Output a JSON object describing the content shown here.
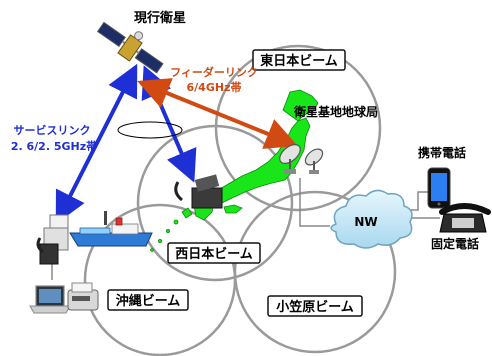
{
  "satellite": {
    "label": "現行衛星"
  },
  "feeder_link": {
    "line1": "フィーダーリンク",
    "line2": "6/4GHz帯",
    "color": "#d04a12"
  },
  "service_link": {
    "line1": "サービスリンク",
    "line2": "2. 6/2. 5GHz帯",
    "color": "#1f2fd6"
  },
  "earth_station": {
    "label": "衛星基地地球局"
  },
  "beams": {
    "east": "東日本ビーム",
    "west": "西日本ビーム",
    "okinawa": "沖縄ビーム",
    "ogasawara": "小笠原ビーム"
  },
  "network": {
    "label": "NW"
  },
  "mobile": {
    "label": "携帯電話"
  },
  "fixed": {
    "label": "固定電話"
  },
  "colors": {
    "japan": "#19e619",
    "beam_stroke": "#9a9a9a"
  }
}
